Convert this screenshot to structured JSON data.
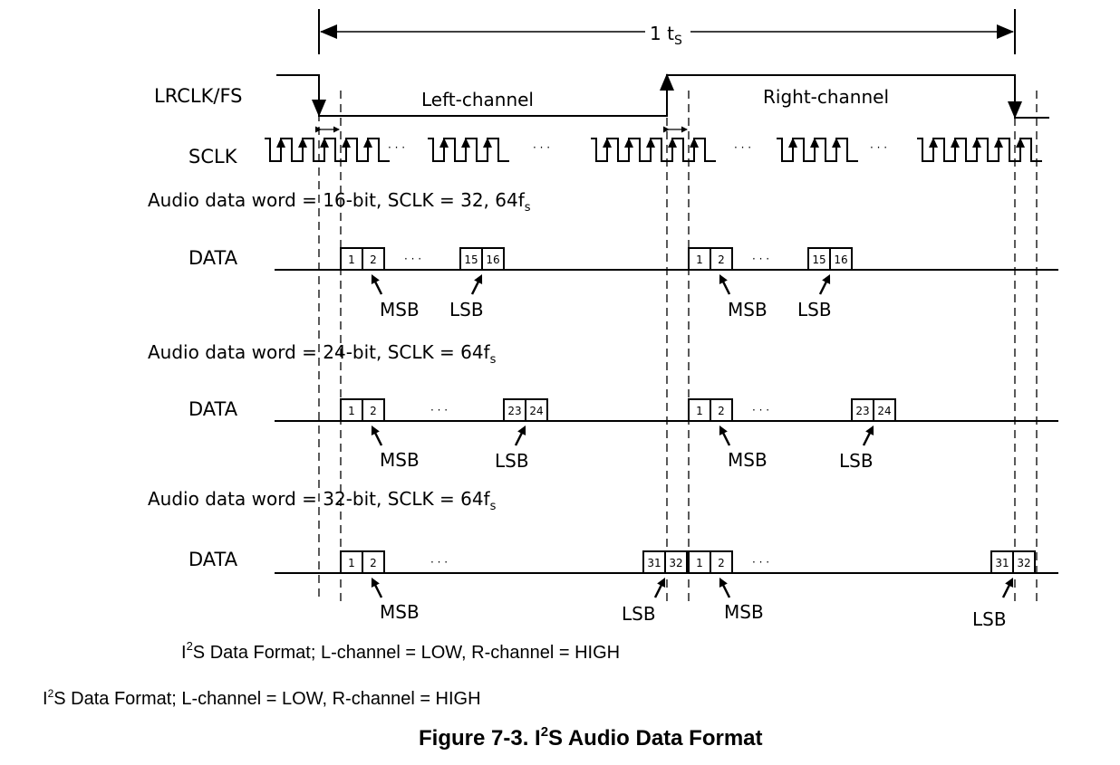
{
  "period_label": {
    "main": "1 t",
    "sub": "S"
  },
  "signals": {
    "lrclk": "LRCLK/FS",
    "sclk": "SCLK",
    "left_channel": "Left-channel",
    "right_channel": "Right-channel"
  },
  "ellipsis": "· · ·",
  "sections": [
    {
      "heading": "Audio data word = 16-bit, SCLK = 32, 64f",
      "heading_sub": "s",
      "data_label": "DATA",
      "left_first_bits": [
        "1",
        "2"
      ],
      "left_last_bits": [
        "15",
        "16"
      ],
      "right_first_bits": [
        "1",
        "2"
      ],
      "right_last_bits": [
        "15",
        "16"
      ],
      "msb_label": "MSB",
      "lsb_label": "LSB"
    },
    {
      "heading": "Audio data word = 24-bit, SCLK = 64f",
      "heading_sub": "s",
      "data_label": "DATA",
      "left_first_bits": [
        "1",
        "2"
      ],
      "left_last_bits": [
        "23",
        "24"
      ],
      "right_first_bits": [
        "1",
        "2"
      ],
      "right_last_bits": [
        "23",
        "24"
      ],
      "msb_label": "MSB",
      "lsb_label": "LSB"
    },
    {
      "heading": "Audio data word = 32-bit, SCLK = 64f",
      "heading_sub": "s",
      "data_label": "DATA",
      "left_first_bits": [
        "1",
        "2"
      ],
      "left_last_bits": [
        "31",
        "32"
      ],
      "right_first_bits": [
        "1",
        "2"
      ],
      "right_last_bits": [
        "31",
        "32"
      ],
      "msb_label": "MSB",
      "lsb_label": "LSB"
    }
  ],
  "format_note": {
    "pre": "I",
    "sup": "2",
    "post": "S Data Format; L-channel = LOW, R-channel = HIGH"
  },
  "format_note_2": {
    "pre": "I",
    "sup": "2",
    "post": "S Data Format; L-channel = LOW, R-channel = HIGH"
  },
  "caption": {
    "pre": "Figure 7-3. I",
    "sup": "2",
    "post": "S Audio Data Format"
  }
}
